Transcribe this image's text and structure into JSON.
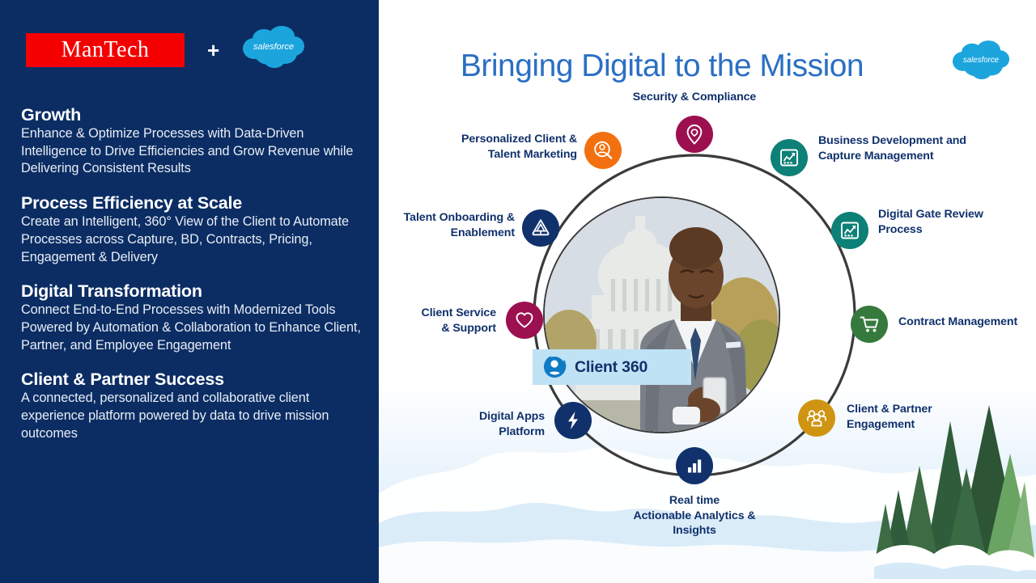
{
  "left_panel": {
    "brand": {
      "mantech_logo_text": "ManTech",
      "plus": "+",
      "salesforce_logo_text": "salesforce"
    },
    "sections": [
      {
        "heading": "Growth",
        "body": "Enhance & Optimize Processes with Data-Driven Intelligence to Drive Efficiencies and Grow Revenue while Delivering Consistent Results"
      },
      {
        "heading": "Process Efficiency at Scale",
        "body": "Create an Intelligent, 360° View of the Client  to Automate Processes across Capture, BD, Contracts, Pricing, Engagement & Delivery"
      },
      {
        "heading": "Digital Transformation",
        "body": "Connect End-to-End Processes with Modernized Tools Powered by Automation & Collaboration to Enhance Client, Partner, and Employee Engagement"
      },
      {
        "heading": "Client & Partner Success",
        "body": "A connected, personalized and collaborative client experience platform powered by data to drive mission outcomes"
      }
    ]
  },
  "right_panel": {
    "title": "Bringing Digital to the Mission",
    "salesforce_logo_text": "salesforce",
    "center_badge": {
      "label": "Client 360",
      "icon": "client-360-person-icon",
      "background_color": "#bfe2f5",
      "text_color": "#10316b"
    },
    "nodes": [
      {
        "id": "security-compliance",
        "label": "Security & Compliance",
        "icon": "shield-location-pin-icon",
        "color": "#9c1050",
        "label_align": "center"
      },
      {
        "id": "business-development-capture-management",
        "label": "Business Development and\nCapture Management",
        "icon": "chart-growth-icon",
        "color": "#0d8077",
        "label_align": "left"
      },
      {
        "id": "digital-gate-review-process",
        "label": "Digital Gate Review\nProcess",
        "icon": "chart-growth-icon",
        "color": "#0d8077",
        "label_align": "left"
      },
      {
        "id": "contract-management",
        "label": "Contract  Management",
        "icon": "shopping-cart-icon",
        "color": "#357a3c",
        "label_align": "left"
      },
      {
        "id": "client-partner-engagement",
        "label": "Client & Partner\nEngagement",
        "icon": "people-group-icon",
        "color": "#cf9512",
        "label_align": "left"
      },
      {
        "id": "real-time-actionable-analytics-insights",
        "label": "Real time\nActionable Analytics &\nInsights",
        "icon": "bar-chart-icon",
        "color": "#10316b",
        "label_align": "center"
      },
      {
        "id": "digital-apps-platform",
        "label": "Digital Apps\nPlatform",
        "icon": "lightning-bolt-icon",
        "color": "#10316b",
        "label_align": "right"
      },
      {
        "id": "client-service-support",
        "label": "Client Service\n& Support",
        "icon": "heart-icon",
        "color": "#9c1050",
        "label_align": "right"
      },
      {
        "id": "talent-onboarding-enablement",
        "label": "Talent Onboarding &\nEnablement",
        "icon": "badge-shield-icon",
        "color": "#10316b",
        "label_align": "right"
      },
      {
        "id": "personalized-client-talent-marketing",
        "label": "Personalized Client &\nTalent  Marketing",
        "icon": "user-search-icon",
        "color": "#f2700f",
        "label_align": "right"
      }
    ]
  },
  "colors": {
    "panel_navy": "#0b2d63",
    "mantech_red": "#f40000",
    "salesforce_blue": "#1ca5dd",
    "title_blue": "#2b6fc4",
    "label_navy": "#10316b",
    "ring_stroke": "#3b3b3b"
  }
}
